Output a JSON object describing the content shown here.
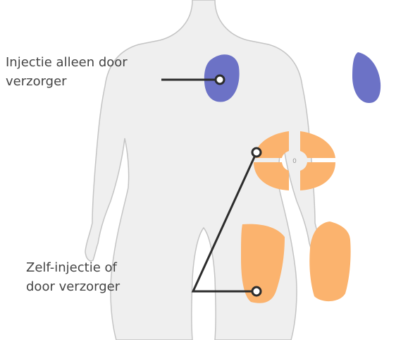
{
  "labels": {
    "caregiver_only": {
      "line1": "Injectie alleen door",
      "line2": "verzorger"
    },
    "self_or_caregiver": {
      "line1": "Zelf-injectie of",
      "line2": "door verzorger"
    }
  },
  "zones": {
    "upper_arms": {
      "color": "#6c72c6"
    },
    "abdomen": {
      "color": "#fbb36e"
    },
    "thighs": {
      "color": "#fbb36e"
    }
  },
  "body": {
    "fill": "#efefef",
    "outline": "#c4c4c4"
  },
  "markers": {
    "stroke": "#2c2c2c",
    "fill": "#ffffff"
  },
  "navel": {
    "text": "0"
  }
}
